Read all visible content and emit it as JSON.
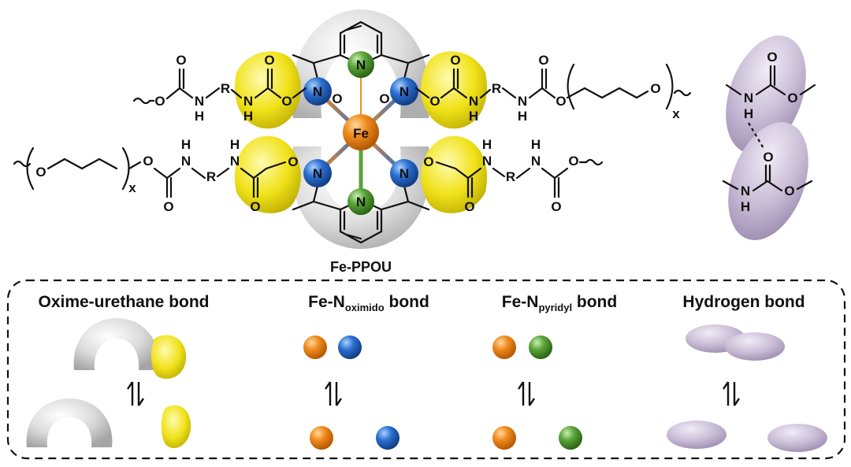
{
  "compound_label": "Fe-PPOU",
  "atoms": {
    "oxygen": "O",
    "nitrogen": "N",
    "hydrogen": "H",
    "r_group": "R",
    "iron": "Fe",
    "repeat_subscript": "x"
  },
  "legend": {
    "items": [
      {
        "title": "Oxime-urethane bond",
        "base": "",
        "sub": "",
        "tail": ""
      },
      {
        "title": "",
        "base": "Fe-N",
        "sub": "oximido",
        "tail": " bond"
      },
      {
        "title": "",
        "base": "Fe-N",
        "sub": "pyridyl",
        "tail": " bond"
      },
      {
        "title": "Hydrogen bond",
        "base": "",
        "sub": "",
        "tail": ""
      }
    ]
  },
  "colors": {
    "iron": "#f08a1c",
    "n_oximido": "#2b6fcf",
    "n_pyridyl": "#5aa33a",
    "oxime_urethane_shell": "#cfcfcf",
    "urethane_lobe": "#f0e21a",
    "hydrogen_bond": "#c9bdd6"
  }
}
